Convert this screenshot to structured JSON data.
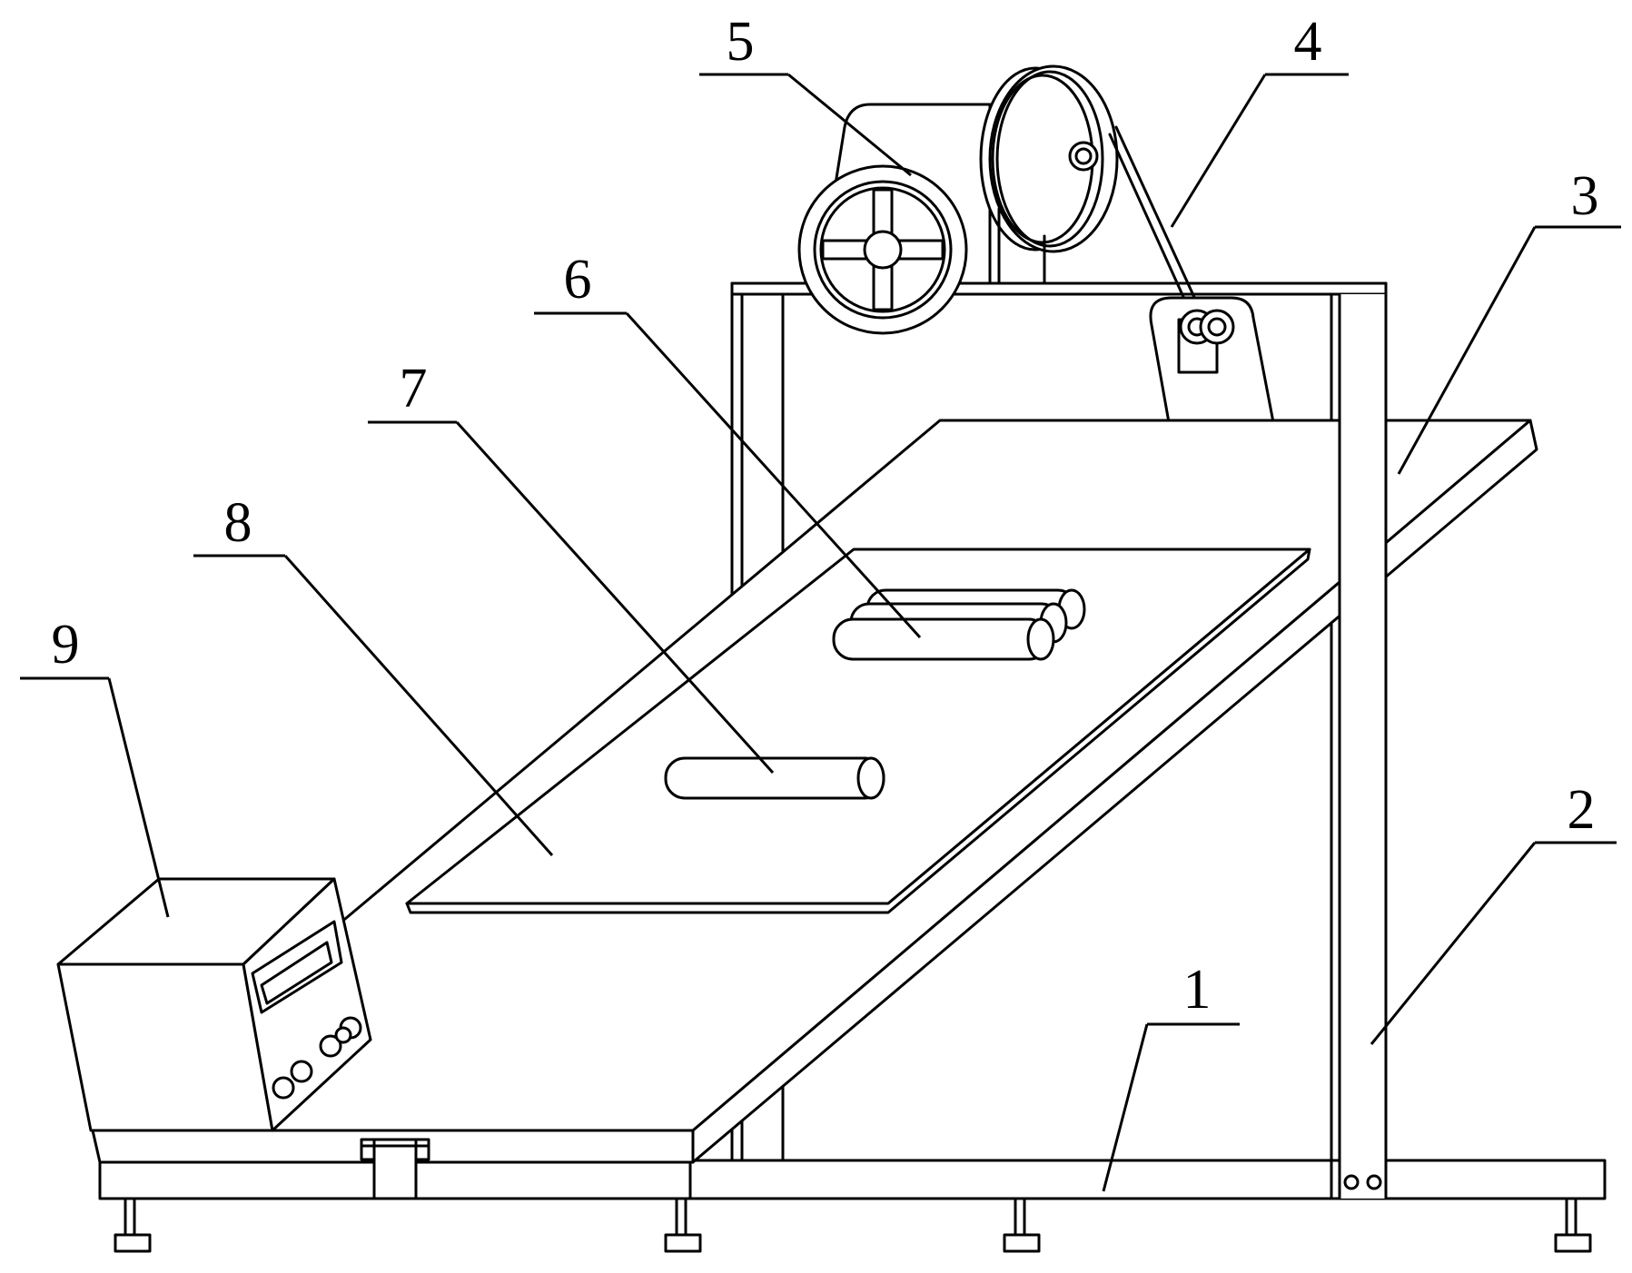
{
  "figure": {
    "labels": [
      "1",
      "2",
      "3",
      "4",
      "5",
      "6",
      "7",
      "8",
      "9"
    ],
    "line_color": "#000000",
    "background": "#ffffff"
  }
}
